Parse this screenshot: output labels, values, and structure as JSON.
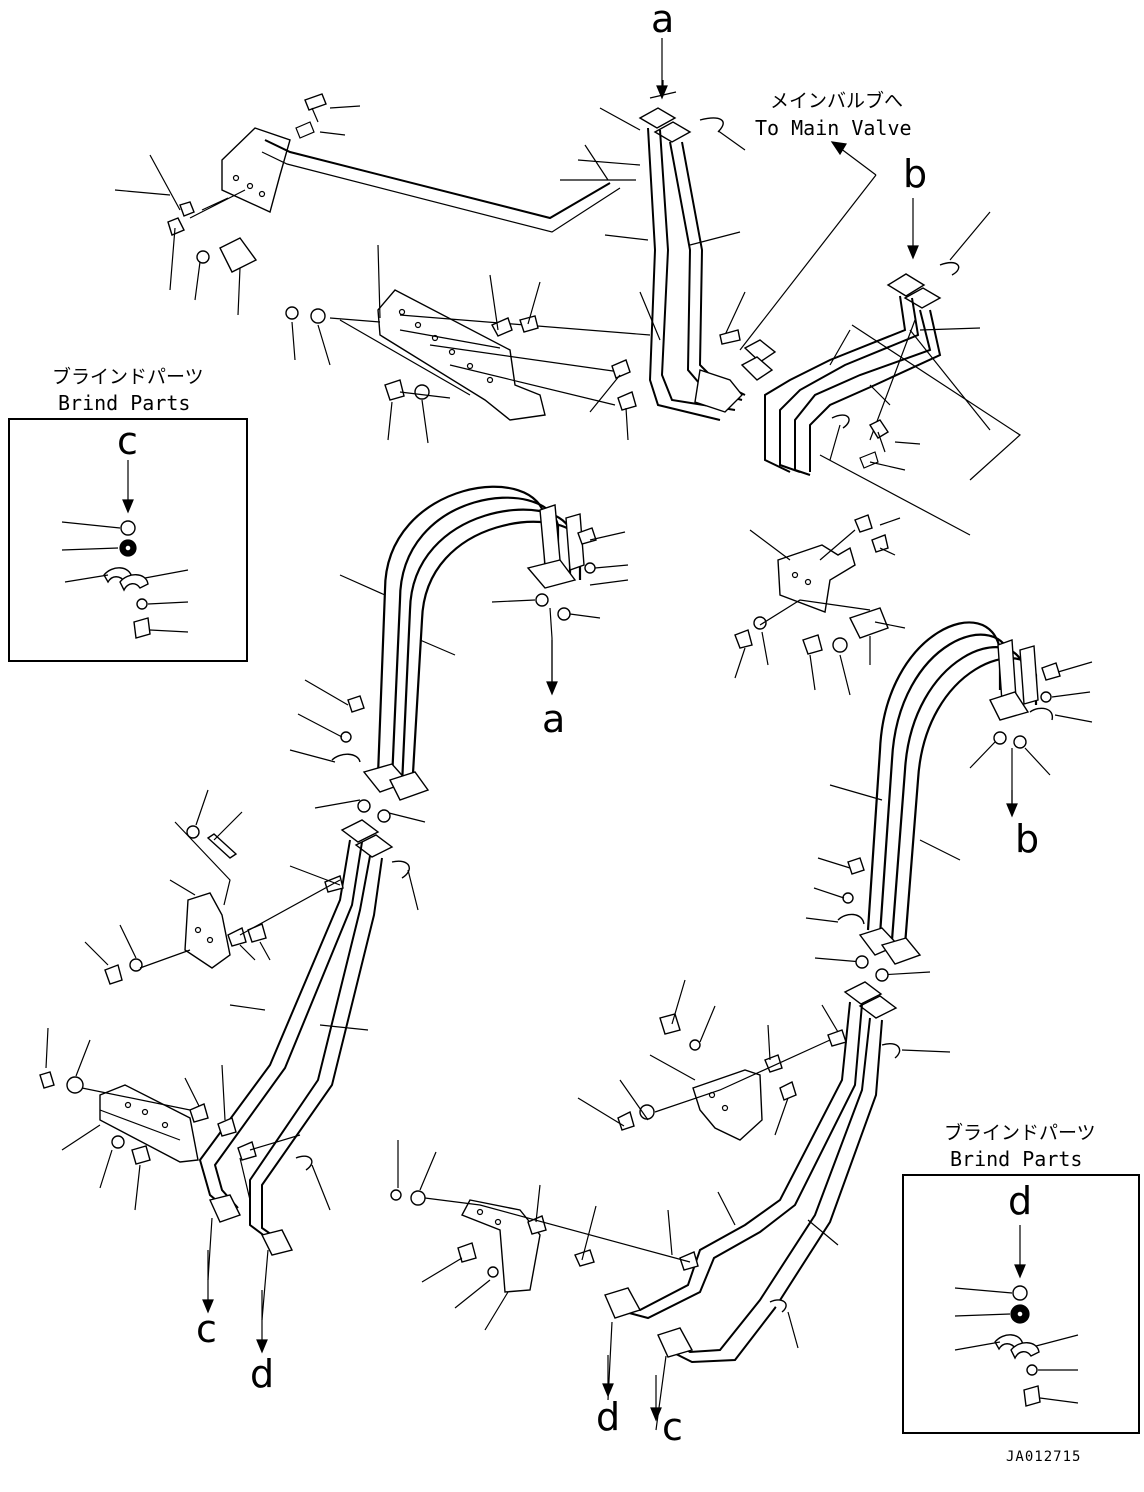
{
  "main_valve_note": {
    "jp": "メインバルブへ",
    "en": "To Main Valve"
  },
  "blind_parts_c": {
    "jp": "ブラインドパーツ",
    "en": "Brind Parts",
    "letter": "c"
  },
  "blind_parts_d": {
    "jp": "ブラインドパーツ",
    "en": "Brind Parts",
    "letter": "d"
  },
  "letters": {
    "a_top": "a",
    "b_top": "b",
    "a_mid": "a",
    "b_mid": "b",
    "c_left": "c",
    "d_left": "d",
    "d_bottom": "d",
    "c_bottom": "c"
  },
  "drawing_code": "JA012715"
}
